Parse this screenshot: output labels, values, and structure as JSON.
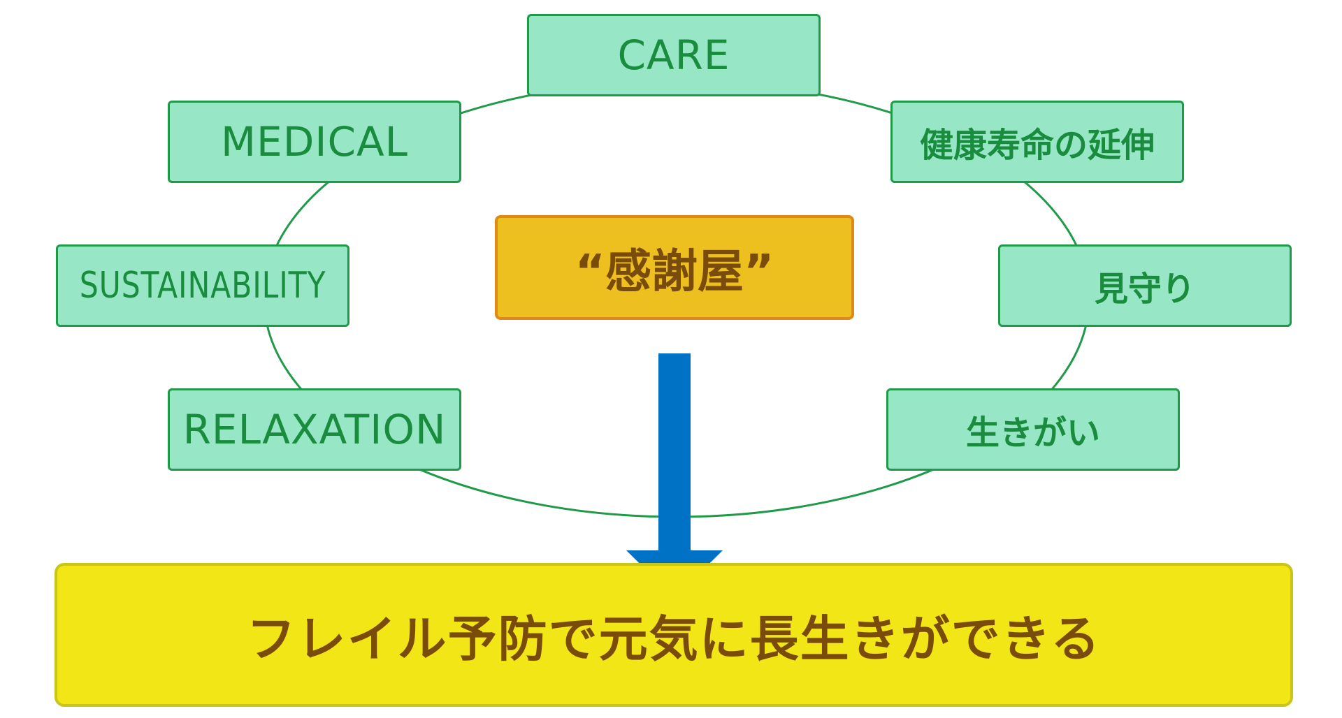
{
  "diagram": {
    "nodes": [
      {
        "id": "care",
        "label": "CARE"
      },
      {
        "id": "medical",
        "label": "MEDICAL"
      },
      {
        "id": "healthy-life",
        "label": "健康寿命の延伸"
      },
      {
        "id": "sustainability",
        "label": "SUSTAINABILITY"
      },
      {
        "id": "monitoring",
        "label": "見守り"
      },
      {
        "id": "relaxation",
        "label": "RELAXATION"
      },
      {
        "id": "purpose",
        "label": "生きがい"
      }
    ],
    "center": {
      "label": "“感謝屋”"
    },
    "result": {
      "label": "フレイル予防で元気に長生きができる"
    },
    "colors": {
      "node_fill": "#97e6c6",
      "node_border": "#1f9a48",
      "node_text": "#1a8c3e",
      "center_fill": "#edc01f",
      "center_border": "#dd8a1a",
      "center_text": "#7a4c0c",
      "result_fill": "#f2e617",
      "result_border": "#c9c61a",
      "arrow": "#0072c6",
      "ring": "#1f9a48"
    }
  }
}
